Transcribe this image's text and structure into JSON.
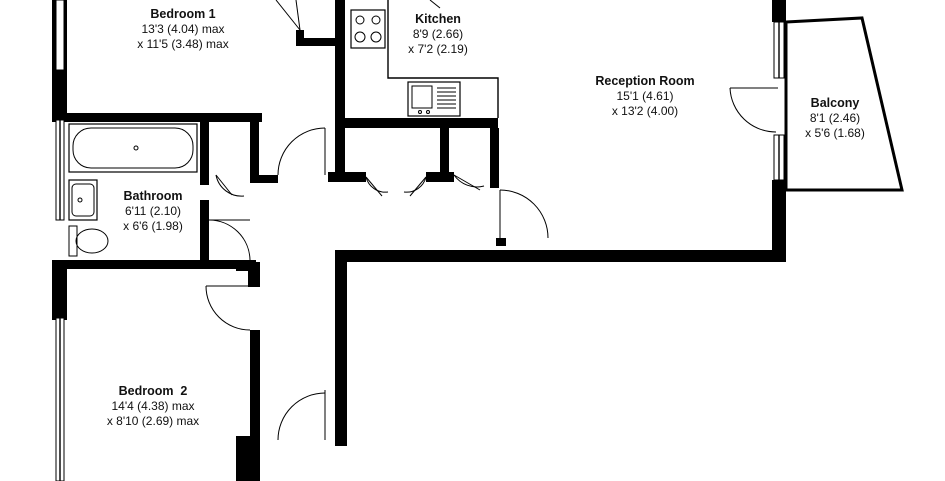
{
  "rooms": {
    "bedroom1": {
      "name": "Bedroom 1",
      "dim1": "13'3 (4.04) max",
      "dim2": "x 11'5 (3.48) max"
    },
    "kitchen": {
      "name": "Kitchen",
      "dim1": "8'9 (2.66)",
      "dim2": "x 7'2 (2.19)"
    },
    "reception": {
      "name": "Reception Room",
      "dim1": "15'1 (4.61)",
      "dim2": "x 13'2 (4.00)"
    },
    "balcony": {
      "name": "Balcony",
      "dim1": "8'1 (2.46)",
      "dim2": "x 5'6 (1.68)"
    },
    "bathroom": {
      "name": "Bathroom",
      "dim1": "6'11 (2.10)",
      "dim2": "x 6'6 (1.98)"
    },
    "bedroom2": {
      "name": "Bedroom  2",
      "dim1": "14'4 (4.38) max",
      "dim2": "x 8'10 (2.69) max"
    }
  },
  "colors": {
    "wall": "#000000",
    "background": "#ffffff",
    "text": "#111111"
  }
}
